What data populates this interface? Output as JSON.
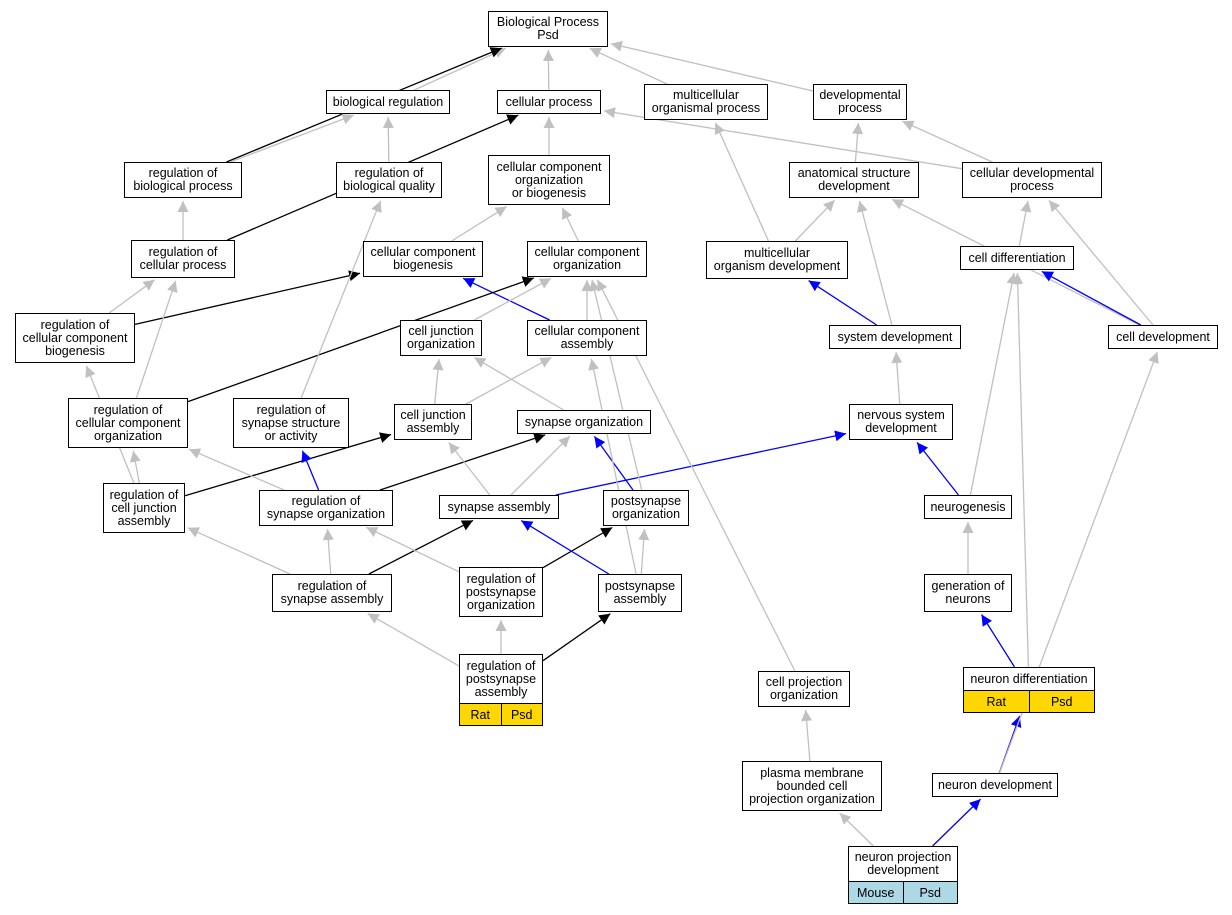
{
  "colors": {
    "is_a_edge": "#c0c0c0",
    "regulates_edge": "#000000",
    "part_of_edge": "#0000ff",
    "rat_tag": "#ffd700",
    "mouse_tag": "#add8e6",
    "node_border": "#000000",
    "node_fill": "#ffffff"
  },
  "nodes": {
    "bp": "Biological Process\nPsd",
    "biological_regulation": "biological regulation",
    "cellular_process": "cellular process",
    "multicellular_organismal_process": "multicellular\norganismal process",
    "developmental_process": "developmental\nprocess",
    "regulation_of_biological_process": "regulation of\nbiological process",
    "regulation_of_biological_quality": "regulation of\nbiological quality",
    "cellular_component_organization_or_biogenesis": "cellular component\norganization\nor biogenesis",
    "anatomical_structure_development": "anatomical structure\ndevelopment",
    "cellular_developmental_process": "cellular developmental\nprocess",
    "regulation_of_cellular_process": "regulation of\ncellular process",
    "cellular_component_biogenesis": "cellular component\nbiogenesis",
    "cellular_component_organization": "cellular component\norganization",
    "multicellular_organism_development": "multicellular\norganism development",
    "cell_differentiation": "cell differentiation",
    "regulation_of_cellular_component_biogenesis": "regulation of\ncellular component\nbiogenesis",
    "cell_junction_organization": "cell junction\norganization",
    "cellular_component_assembly": "cellular component\nassembly",
    "system_development": "system development",
    "cell_development": "cell development",
    "regulation_of_cellular_component_organization": "regulation of\ncellular component\norganization",
    "regulation_of_synapse_structure_or_activity": "regulation of\nsynapse structure\nor activity",
    "cell_junction_assembly": "cell junction\nassembly",
    "synapse_organization": "synapse organization",
    "nervous_system_development": "nervous system\ndevelopment",
    "regulation_of_cell_junction_assembly": "regulation of\ncell junction\nassembly",
    "regulation_of_synapse_organization": "regulation of\nsynapse organization",
    "synapse_assembly": "synapse assembly",
    "postsynapse_organization": "postsynapse\norganization",
    "neurogenesis": "neurogenesis",
    "regulation_of_synapse_assembly": "regulation of\nsynapse assembly",
    "regulation_of_postsynapse_organization": "regulation of\npostsynapse\norganization",
    "postsynapse_assembly": "postsynapse\nassembly",
    "generation_of_neurons": "generation of\nneurons",
    "regulation_of_postsynapse_assembly": "regulation of\npostsynapse\nassembly",
    "cell_projection_organization": "cell projection\norganization",
    "neuron_differentiation": "neuron differentiation",
    "plasma_membrane_bounded_cell_projection_organization": "plasma membrane\nbounded cell\nprojection organization",
    "neuron_development": "neuron development",
    "neuron_projection_development": "neuron projection\ndevelopment"
  },
  "tags": {
    "regulation_of_postsynapse_assembly": [
      "Rat",
      "Psd"
    ],
    "neuron_differentiation": [
      "Rat",
      "Psd"
    ],
    "neuron_projection_development": [
      "Mouse",
      "Psd"
    ]
  },
  "edges": [
    {
      "from": "biological_regulation",
      "to": "bp",
      "type": "is_a"
    },
    {
      "from": "cellular_process",
      "to": "bp",
      "type": "is_a"
    },
    {
      "from": "multicellular_organismal_process",
      "to": "bp",
      "type": "is_a"
    },
    {
      "from": "developmental_process",
      "to": "bp",
      "type": "is_a"
    },
    {
      "from": "regulation_of_biological_process",
      "to": "bp",
      "type": "regulates"
    },
    {
      "from": "regulation_of_biological_process",
      "to": "biological_regulation",
      "type": "is_a"
    },
    {
      "from": "regulation_of_biological_quality",
      "to": "biological_regulation",
      "type": "is_a"
    },
    {
      "from": "cellular_component_organization_or_biogenesis",
      "to": "cellular_process",
      "type": "is_a"
    },
    {
      "from": "cellular_developmental_process",
      "to": "cellular_process",
      "type": "is_a"
    },
    {
      "from": "cellular_developmental_process",
      "to": "developmental_process",
      "type": "is_a"
    },
    {
      "from": "anatomical_structure_development",
      "to": "developmental_process",
      "type": "is_a"
    },
    {
      "from": "multicellular_organism_development",
      "to": "multicellular_organismal_process",
      "type": "is_a"
    },
    {
      "from": "multicellular_organism_development",
      "to": "anatomical_structure_development",
      "type": "is_a"
    },
    {
      "from": "regulation_of_cellular_process",
      "to": "regulation_of_biological_process",
      "type": "is_a"
    },
    {
      "from": "regulation_of_cellular_process",
      "to": "cellular_process",
      "type": "regulates"
    },
    {
      "from": "cellular_component_biogenesis",
      "to": "cellular_component_organization_or_biogenesis",
      "type": "is_a"
    },
    {
      "from": "cellular_component_organization",
      "to": "cellular_component_organization_or_biogenesis",
      "type": "is_a"
    },
    {
      "from": "cell_differentiation",
      "to": "cellular_developmental_process",
      "type": "is_a"
    },
    {
      "from": "cell_development",
      "to": "cellular_developmental_process",
      "type": "is_a"
    },
    {
      "from": "cell_development",
      "to": "anatomical_structure_development",
      "type": "is_a"
    },
    {
      "from": "cell_development",
      "to": "cell_differentiation",
      "type": "part_of"
    },
    {
      "from": "system_development",
      "to": "multicellular_organism_development",
      "type": "part_of"
    },
    {
      "from": "system_development",
      "to": "anatomical_structure_development",
      "type": "is_a"
    },
    {
      "from": "regulation_of_cellular_component_biogenesis",
      "to": "regulation_of_cellular_process",
      "type": "is_a"
    },
    {
      "from": "regulation_of_cellular_component_biogenesis",
      "to": "cellular_component_biogenesis",
      "type": "regulates"
    },
    {
      "from": "cellular_component_assembly",
      "to": "cellular_component_organization",
      "type": "is_a"
    },
    {
      "from": "cellular_component_assembly",
      "to": "cellular_component_biogenesis",
      "type": "part_of"
    },
    {
      "from": "cell_junction_organization",
      "to": "cellular_component_organization",
      "type": "is_a"
    },
    {
      "from": "regulation_of_cellular_component_organization",
      "to": "regulation_of_cellular_process",
      "type": "is_a"
    },
    {
      "from": "regulation_of_cellular_component_organization",
      "to": "cellular_component_organization",
      "type": "regulates"
    },
    {
      "from": "regulation_of_synapse_structure_or_activity",
      "to": "regulation_of_biological_quality",
      "type": "is_a"
    },
    {
      "from": "cell_junction_assembly",
      "to": "cell_junction_organization",
      "type": "is_a"
    },
    {
      "from": "synapse_organization",
      "to": "cell_junction_organization",
      "type": "is_a"
    },
    {
      "from": "cell_junction_assembly",
      "to": "cellular_component_assembly",
      "type": "is_a"
    },
    {
      "from": "nervous_system_development",
      "to": "system_development",
      "type": "is_a"
    },
    {
      "from": "regulation_of_cell_junction_assembly",
      "to": "regulation_of_cellular_component_biogenesis",
      "type": "is_a"
    },
    {
      "from": "regulation_of_cell_junction_assembly",
      "to": "regulation_of_cellular_component_organization",
      "type": "is_a"
    },
    {
      "from": "regulation_of_cell_junction_assembly",
      "to": "cell_junction_assembly",
      "type": "regulates"
    },
    {
      "from": "regulation_of_synapse_organization",
      "to": "regulation_of_cellular_component_organization",
      "type": "is_a"
    },
    {
      "from": "regulation_of_synapse_organization",
      "to": "regulation_of_synapse_structure_or_activity",
      "type": "part_of"
    },
    {
      "from": "regulation_of_synapse_organization",
      "to": "synapse_organization",
      "type": "regulates"
    },
    {
      "from": "synapse_assembly",
      "to": "cell_junction_assembly",
      "type": "is_a"
    },
    {
      "from": "synapse_assembly",
      "to": "synapse_organization",
      "type": "is_a"
    },
    {
      "from": "synapse_assembly",
      "to": "nervous_system_development",
      "type": "part_of"
    },
    {
      "from": "postsynapse_organization",
      "to": "synapse_organization",
      "type": "part_of"
    },
    {
      "from": "postsynapse_organization",
      "to": "cellular_component_organization",
      "type": "is_a"
    },
    {
      "from": "neurogenesis",
      "to": "nervous_system_development",
      "type": "part_of"
    },
    {
      "from": "neurogenesis",
      "to": "cell_differentiation",
      "type": "is_a"
    },
    {
      "from": "regulation_of_synapse_assembly",
      "to": "regulation_of_cell_junction_assembly",
      "type": "is_a"
    },
    {
      "from": "regulation_of_synapse_assembly",
      "to": "regulation_of_synapse_organization",
      "type": "is_a"
    },
    {
      "from": "regulation_of_synapse_assembly",
      "to": "synapse_assembly",
      "type": "regulates"
    },
    {
      "from": "regulation_of_postsynapse_organization",
      "to": "regulation_of_synapse_organization",
      "type": "is_a"
    },
    {
      "from": "regulation_of_postsynapse_organization",
      "to": "postsynapse_organization",
      "type": "regulates"
    },
    {
      "from": "postsynapse_assembly",
      "to": "synapse_assembly",
      "type": "part_of"
    },
    {
      "from": "postsynapse_assembly",
      "to": "postsynapse_organization",
      "type": "is_a"
    },
    {
      "from": "postsynapse_assembly",
      "to": "cellular_component_assembly",
      "type": "is_a"
    },
    {
      "from": "generation_of_neurons",
      "to": "neurogenesis",
      "type": "is_a"
    },
    {
      "from": "regulation_of_postsynapse_assembly",
      "to": "regulation_of_synapse_assembly",
      "type": "is_a"
    },
    {
      "from": "regulation_of_postsynapse_assembly",
      "to": "regulation_of_postsynapse_organization",
      "type": "is_a"
    },
    {
      "from": "regulation_of_postsynapse_assembly",
      "to": "postsynapse_assembly",
      "type": "regulates"
    },
    {
      "from": "cell_projection_organization",
      "to": "cellular_component_organization",
      "type": "is_a"
    },
    {
      "from": "neuron_differentiation",
      "to": "generation_of_neurons",
      "type": "part_of"
    },
    {
      "from": "neuron_differentiation",
      "to": "cell_differentiation",
      "type": "is_a"
    },
    {
      "from": "plasma_membrane_bounded_cell_projection_organization",
      "to": "cell_projection_organization",
      "type": "is_a"
    },
    {
      "from": "neuron_development",
      "to": "neuron_differentiation",
      "type": "part_of"
    },
    {
      "from": "neuron_development",
      "to": "cell_development",
      "type": "is_a"
    },
    {
      "from": "neuron_projection_development",
      "to": "plasma_membrane_bounded_cell_projection_organization",
      "type": "is_a"
    },
    {
      "from": "neuron_projection_development",
      "to": "neuron_development",
      "type": "part_of"
    }
  ]
}
